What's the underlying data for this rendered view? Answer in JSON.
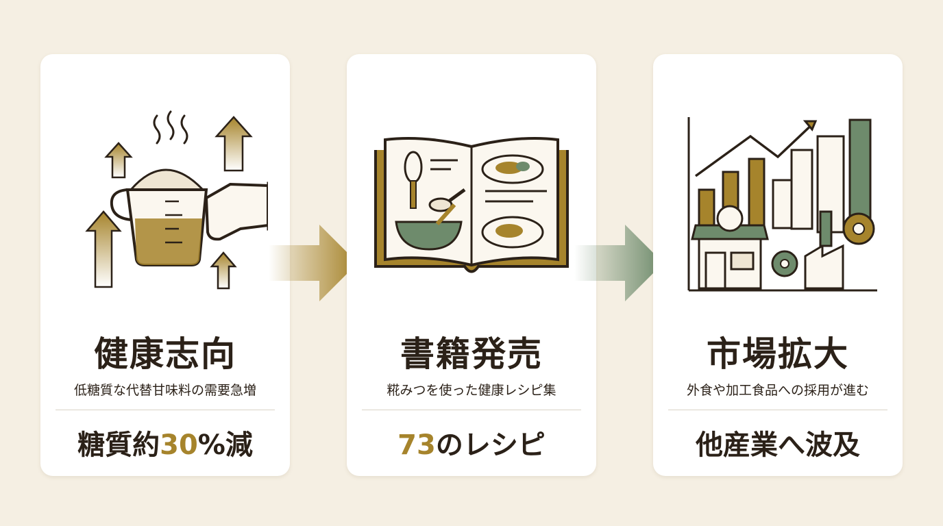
{
  "steps": [
    {
      "title": "健康志向",
      "subtitle": "低糖質な代替甘味料の需要急増",
      "stat_prefix": "糖質約",
      "stat_number": "30",
      "stat_suffix": "%減"
    },
    {
      "title": "書籍発売",
      "subtitle": "糀みつを使った健康レシピ集",
      "stat_prefix": "",
      "stat_number": "73",
      "stat_suffix": "のレシピ"
    },
    {
      "title": "市場拡大",
      "subtitle": "外食や加工食品への採用が進む",
      "stat_prefix": "",
      "stat_number": "",
      "stat_suffix": "他産業へ波及"
    }
  ],
  "colors": {
    "gold": "#a6842c",
    "green": "#6e8b6c",
    "ink": "#2b2118",
    "background": "#f5efe3"
  },
  "icons": [
    "measuring-cup-icon",
    "recipe-book-icon",
    "market-growth-icon",
    "flow-arrow-icon"
  ]
}
